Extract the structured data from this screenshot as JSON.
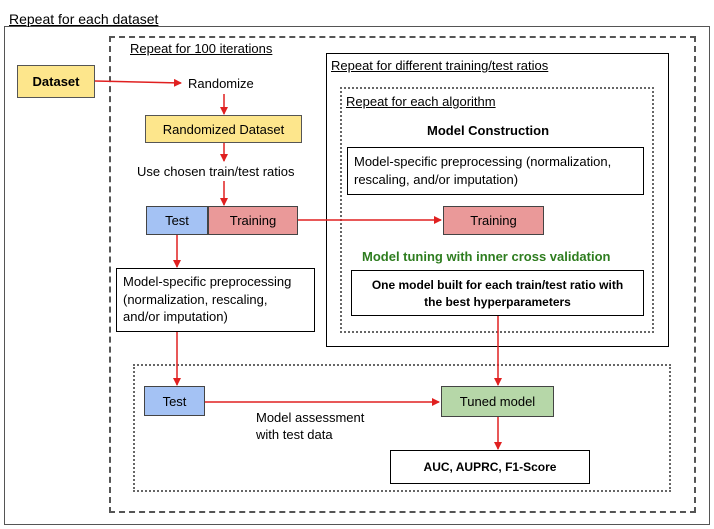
{
  "outer": {
    "label": "Repeat for each dataset"
  },
  "iterations": {
    "label": "Repeat for 100 iterations"
  },
  "ratios": {
    "label": "Repeat for different training/test ratios"
  },
  "algorithm": {
    "label": "Repeat for each algorithm"
  },
  "nodes": {
    "dataset": "Dataset",
    "randomize": "Randomize",
    "randomized_dataset": "Randomized Dataset",
    "use_ratios": "Use chosen train/test ratios",
    "test": "Test",
    "training": "Training",
    "preprocess_left_1": "Model-specific preprocessing",
    "preprocess_left_2": "(normalization, rescaling,",
    "preprocess_left_3": "and/or imputation)",
    "model_construction": "Model Construction",
    "preprocess_right_1": "Model-specific preprocessing (normalization,",
    "preprocess_right_2": "rescaling, and/or imputation)",
    "training_right": "Training",
    "model_tuning": "Model tuning with inner cross validation",
    "one_model_1": "One model built for each train/test ratio with",
    "one_model_2": "the best hyperparameters",
    "test_bottom": "Test",
    "tuned_model": "Tuned model",
    "assessment_1": "Model assessment",
    "assessment_2": "with test data",
    "metrics": "AUC, AUPRC, F1-Score"
  },
  "colors": {
    "yellow": "#fde68c",
    "blue": "#a4c2f4",
    "red": "#ea9999",
    "green": "#b6d7a8",
    "arrow": "#e02020",
    "tuning_text": "#2e7d1f"
  }
}
